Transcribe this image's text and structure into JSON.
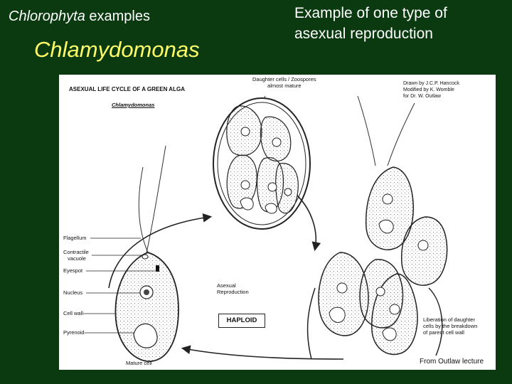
{
  "slide": {
    "title_italic": "Chlorophyta",
    "title_rest": " examples",
    "subtitle": "Chlamydomonas",
    "right_title_line1": "Example of one type of",
    "right_title_line2": "asexual reproduction"
  },
  "figure": {
    "header": "ASEXUAL LIFE CYCLE OF A GREEN ALGA",
    "genus": "Chlamydomonas",
    "daughter_line1": "Daughter cells / Zoospores",
    "daughter_line2": "almost mature",
    "credit_line1": "Drawn by J.C.P. Hancock",
    "credit_line2": "Modified by K. Womble",
    "credit_line3": "for Dr. W. Outlaw",
    "labels": [
      "Flagellum",
      "Contractile",
      "vacuole",
      "Eyespot",
      "Nucleus",
      "Cell wall",
      "Pyrenoid"
    ],
    "asexual_line1": "Asexual",
    "asexual_line2": "Reproduction",
    "haploid": "HAPLOID",
    "mature_cell": "Mature cell",
    "liberation_line1": "Liberation of daughter",
    "liberation_line2": "cells by the breakdown",
    "liberation_line3": "of parent cell wall",
    "source": "From Outlaw lecture"
  }
}
